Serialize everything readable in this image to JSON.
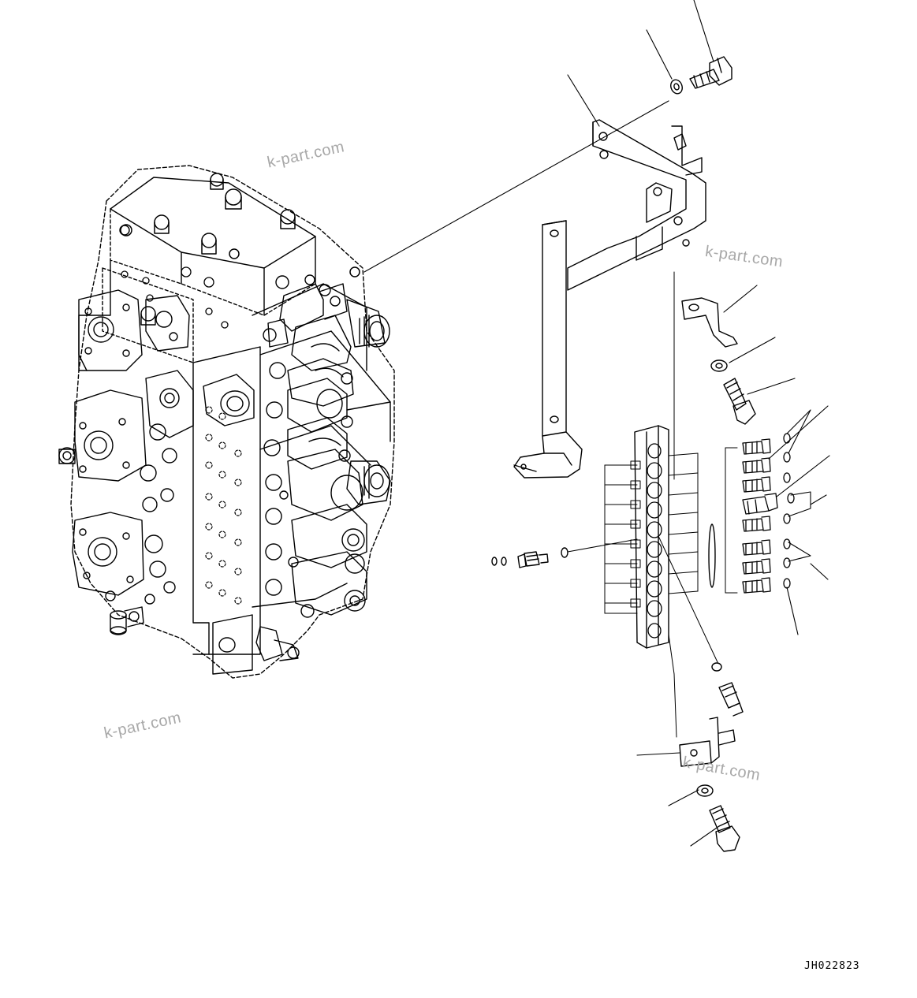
{
  "figure": {
    "drawing_code": "JH022823",
    "watermark": "k-part.com"
  },
  "components": [
    "control-valve-assembly",
    "mounting-bracket",
    "bolt",
    "washer",
    "clamp",
    "pressure-switch-block",
    "pressure-switch",
    "o-ring",
    "plug",
    "elbow-fitting"
  ]
}
